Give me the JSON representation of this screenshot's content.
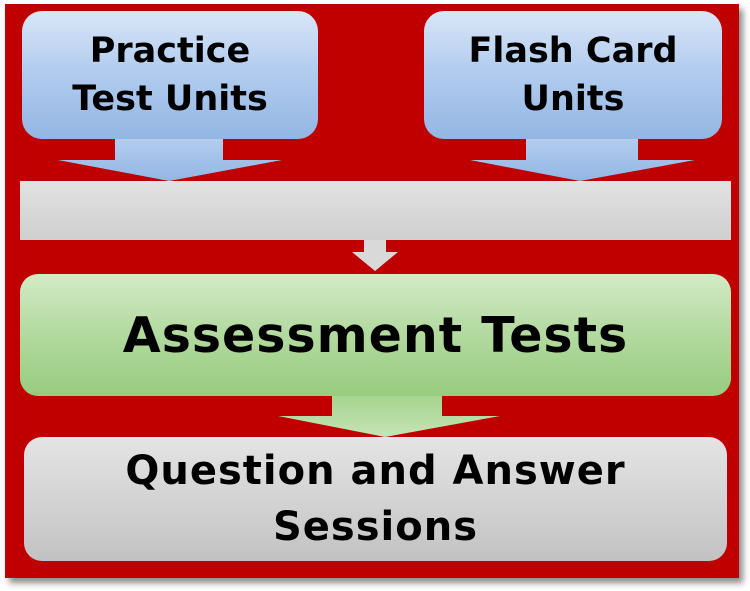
{
  "diagram": {
    "nodes": {
      "practice_test_units": {
        "line1": "Practice",
        "line2": "Test Units"
      },
      "flash_card_units": {
        "line1": "Flash Card",
        "line2": "Units"
      },
      "assessment_tests": {
        "label": "Assessment Tests"
      },
      "question_answer_sessions": {
        "line1": "Question and Answer",
        "line2": "Sessions"
      }
    },
    "edges": [
      {
        "from": "practice_test_units",
        "to": "merge-bar"
      },
      {
        "from": "flash_card_units",
        "to": "merge-bar"
      },
      {
        "from": "merge-bar",
        "to": "assessment_tests"
      },
      {
        "from": "assessment_tests",
        "to": "question_answer_sessions"
      }
    ],
    "colors": {
      "background": "#c00000",
      "unit_box": "#b3cdef",
      "merge_bar": "#d9d9d9",
      "assessment_box": "#b5dba2",
      "sessions_box": "#d2d2d2",
      "text": "#000000"
    }
  }
}
